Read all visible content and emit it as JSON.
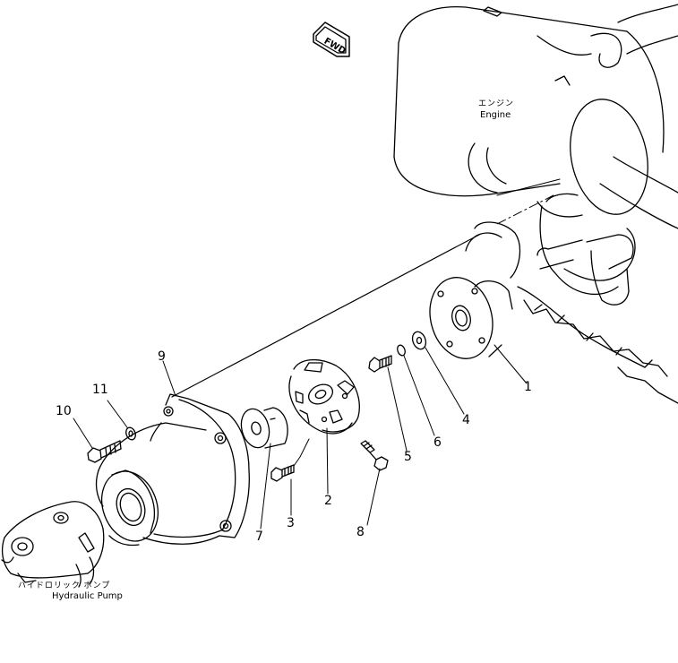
{
  "fwd_sign": "FWD",
  "engine": {
    "label_jp": "エンジン",
    "label_en": "Engine"
  },
  "pump": {
    "label_jp": "ハイドロリック ポンプ",
    "label_en": "Hydraulic Pump"
  },
  "callouts": [
    "1",
    "2",
    "3",
    "4",
    "5",
    "6",
    "7",
    "8",
    "9",
    "10",
    "11"
  ],
  "colors": {
    "line": "#000000",
    "background": "#ffffff"
  }
}
